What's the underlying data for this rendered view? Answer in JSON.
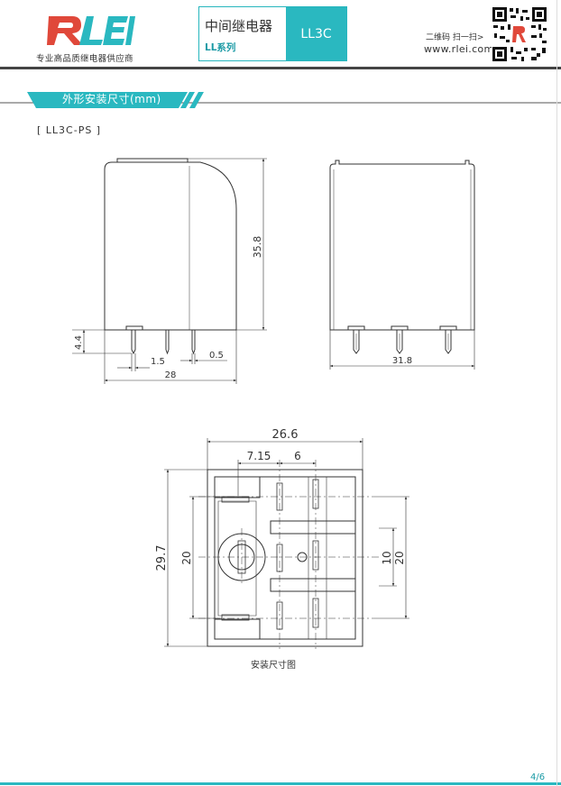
{
  "header": {
    "tagline": "专业高品质继电器供应商",
    "series_title": "中间继电器",
    "series_sub": "LL系列",
    "model": "LL3C",
    "qr_label": "二维码 扫一扫>",
    "url": "www.rlei.com.cn"
  },
  "section": {
    "title": "外形安装尺寸(mm)",
    "model_label": "[ LL3C-PS ]"
  },
  "dims": {
    "side_height": "35.8",
    "pin_length": "4.4",
    "pin_pitch": "1.5",
    "pin_thick": "0.5",
    "side_width": "28",
    "front_width": "31.8",
    "bottom_width": "26.6",
    "bottom_7_15": "7.15",
    "bottom_6": "6",
    "bottom_height": "29.7",
    "bottom_20_left": "20",
    "bottom_10": "10",
    "bottom_20_right": "20"
  },
  "caption": "安装尺寸图",
  "footer": {
    "page": "4/6"
  },
  "colors": {
    "accent": "#2ab8c0",
    "logo_red": "#e0483a"
  }
}
